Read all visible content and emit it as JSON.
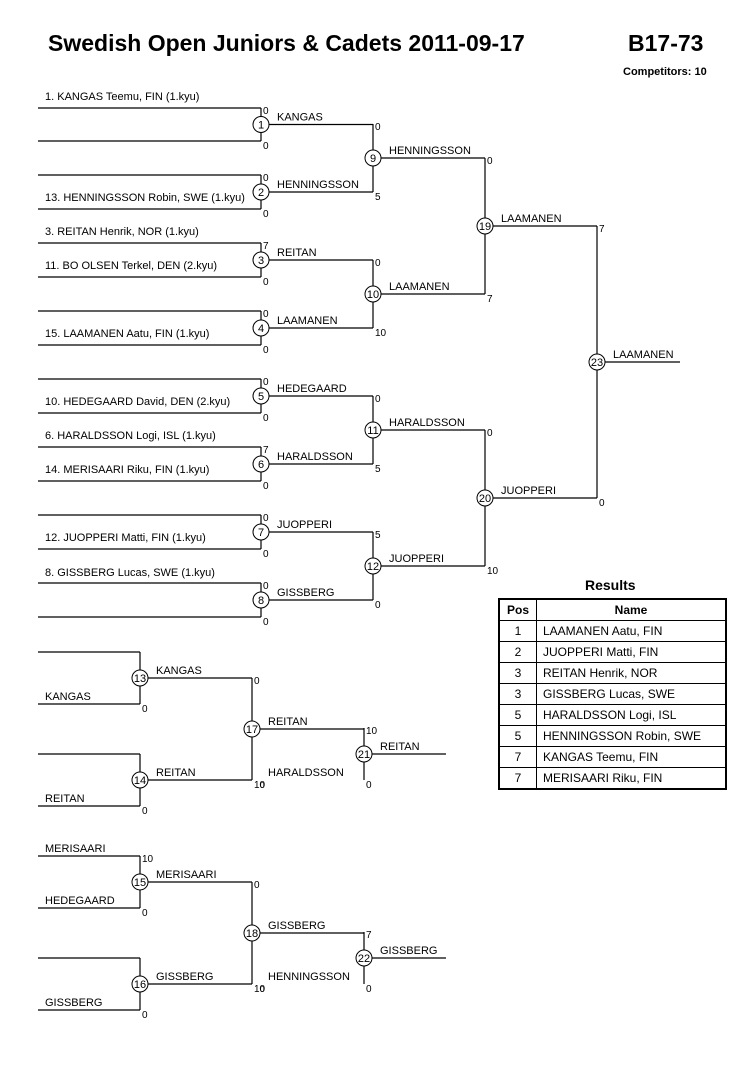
{
  "header": {
    "title": "Swedish Open Juniors & Cadets  2011-09-17",
    "category": "B17-73",
    "competitors": "Competitors: 10"
  },
  "entries": [
    {
      "text": "1. KANGAS Teemu, FIN (1.kyu)"
    },
    {
      "text": "13. HENNINGSSON Robin, SWE (1.kyu)"
    },
    {
      "text": "3. REITAN Henrik, NOR (1.kyu)"
    },
    {
      "text": "11. BO OLSEN Terkel, DEN (2.kyu)"
    },
    {
      "text": "15. LAAMANEN Aatu, FIN (1.kyu)"
    },
    {
      "text": "10. HEDEGAARD David, DEN (2.kyu)"
    },
    {
      "text": "6. HARALDSSON Logi, ISL (1.kyu)"
    },
    {
      "text": "14. MERISAARI Riku, FIN (1.kyu)"
    },
    {
      "text": "12. JUOPPERI Matti, FIN (1.kyu)"
    },
    {
      "text": "8. GISSBERG Lucas, SWE (1.kyu)"
    }
  ],
  "matches": [
    {
      "number": "1",
      "winner": "KANGAS",
      "score_top": "0",
      "score_bottom": "0"
    },
    {
      "number": "2",
      "winner": "HENNINGSSON",
      "score_top": "0",
      "score_bottom": "0"
    },
    {
      "number": "3",
      "winner": "REITAN",
      "score_top": "7",
      "score_bottom": "0"
    },
    {
      "number": "4",
      "winner": "LAAMANEN",
      "score_top": "0",
      "score_bottom": "0"
    },
    {
      "number": "5",
      "winner": "HEDEGAARD",
      "score_top": "0",
      "score_bottom": "0"
    },
    {
      "number": "6",
      "winner": "HARALDSSON",
      "score_top": "7",
      "score_bottom": "0"
    },
    {
      "number": "7",
      "winner": "JUOPPERI",
      "score_top": "0",
      "score_bottom": "0"
    },
    {
      "number": "8",
      "winner": "GISSBERG",
      "score_top": "0",
      "score_bottom": "0"
    },
    {
      "number": "9",
      "winner": "HENNINGSSON",
      "score_top": "0",
      "score_bottom": "5"
    },
    {
      "number": "10",
      "winner": "LAAMANEN",
      "score_top": "0",
      "score_bottom": "10"
    },
    {
      "number": "11",
      "winner": "HARALDSSON",
      "score_top": "0",
      "score_bottom": "5"
    },
    {
      "number": "12",
      "winner": "JUOPPERI",
      "score_top": "5",
      "score_bottom": "0"
    },
    {
      "number": "19",
      "winner": "LAAMANEN",
      "score_top": "0",
      "score_bottom": "7"
    },
    {
      "number": "20",
      "winner": "JUOPPERI",
      "score_top": "0",
      "score_bottom": "10"
    },
    {
      "number": "23",
      "winner": "LAAMANEN",
      "score_top": "7",
      "score_bottom": "0"
    },
    {
      "number": "13",
      "winner": "KANGAS",
      "score_top": "",
      "score_bottom": "0",
      "entrant_bottom": "KANGAS"
    },
    {
      "number": "14",
      "winner": "REITAN",
      "score_top": "",
      "score_bottom": "0",
      "entrant_bottom": "REITAN"
    },
    {
      "number": "17",
      "winner": "REITAN",
      "score_top": "0",
      "score_bottom": "10"
    },
    {
      "number": "21",
      "winner": "REITAN",
      "score_top": "10",
      "score_bottom": "0",
      "entrant_bottom": "HARALDSSON",
      "bottom_extra": "0"
    },
    {
      "number": "15",
      "winner": "MERISAARI",
      "score_top": "10",
      "score_bottom": "0",
      "entrant_top": "MERISAARI",
      "entrant_bottom": "HEDEGAARD"
    },
    {
      "number": "16",
      "winner": "GISSBERG",
      "score_top": "",
      "score_bottom": "0",
      "entrant_bottom": "GISSBERG"
    },
    {
      "number": "18",
      "winner": "GISSBERG",
      "score_top": "0",
      "score_bottom": "10"
    },
    {
      "number": "22",
      "winner": "GISSBERG",
      "score_top": "7",
      "score_bottom": "0",
      "entrant_bottom": "HENNINGSSON",
      "bottom_extra": "0"
    }
  ],
  "results": {
    "title": "Results",
    "header": {
      "pos": "Pos",
      "name": "Name"
    },
    "rows": [
      {
        "pos": "1",
        "name": "LAAMANEN Aatu, FIN"
      },
      {
        "pos": "2",
        "name": "JUOPPERI Matti, FIN"
      },
      {
        "pos": "3",
        "name": "REITAN Henrik, NOR"
      },
      {
        "pos": "3",
        "name": "GISSBERG Lucas, SWE"
      },
      {
        "pos": "5",
        "name": "HARALDSSON Logi, ISL"
      },
      {
        "pos": "5",
        "name": "HENNINGSSON Robin, SWE"
      },
      {
        "pos": "7",
        "name": "KANGAS Teemu, FIN"
      },
      {
        "pos": "7",
        "name": "MERISAARI Riku, FIN"
      }
    ]
  }
}
